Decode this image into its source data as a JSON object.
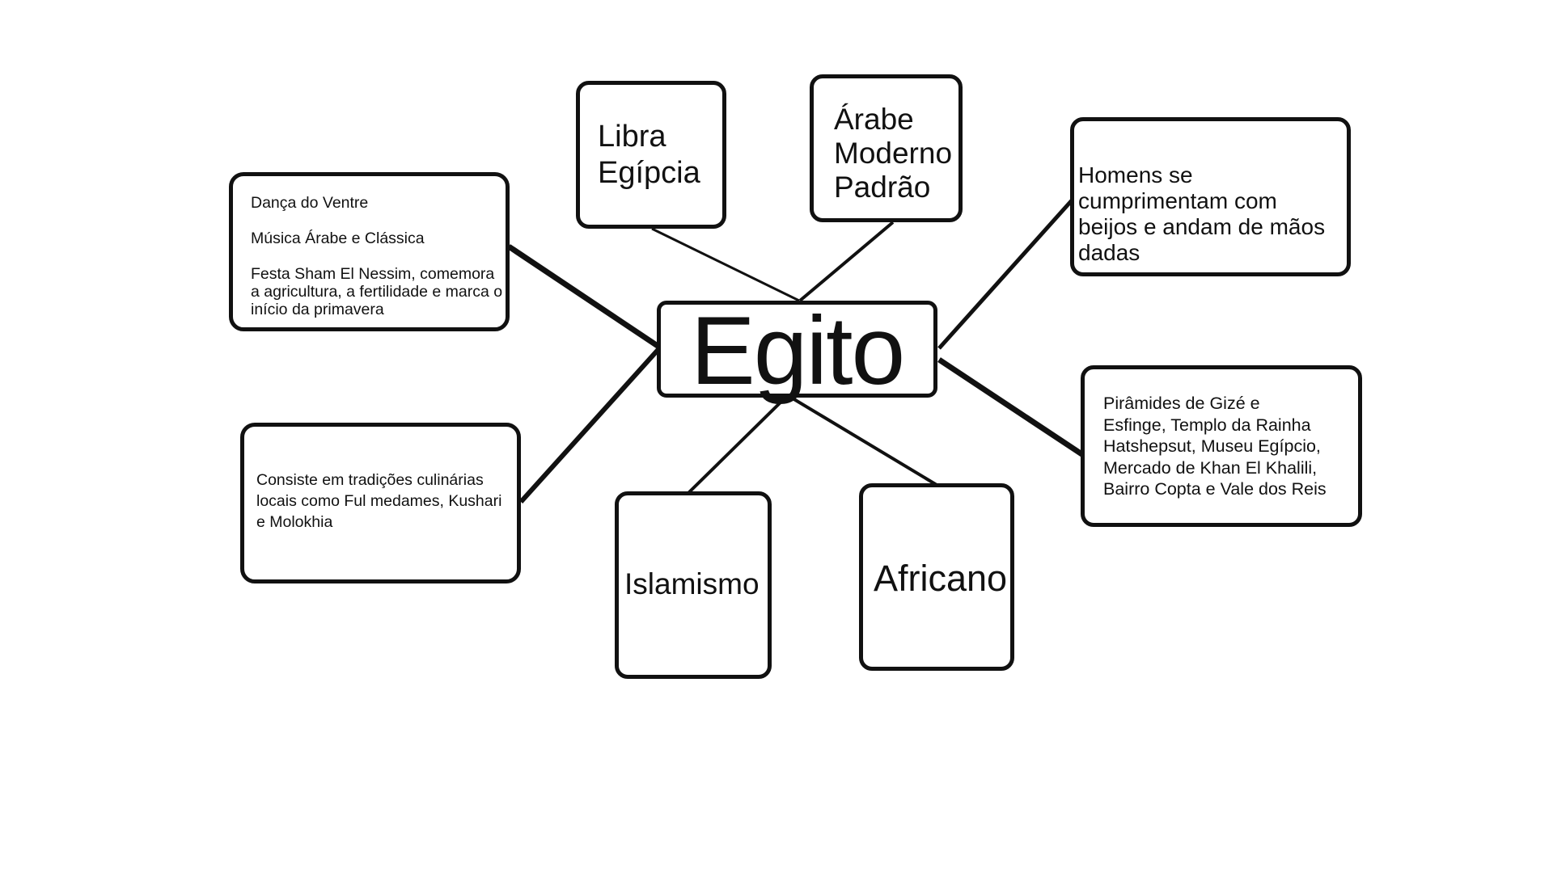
{
  "center": {
    "label": "Egito"
  },
  "nodes": {
    "libra": {
      "label": "Libra\nEgípcia"
    },
    "arabe": {
      "label": "Árabe\nModerno\nPadrão"
    },
    "cultura": {
      "label": "Dança do Ventre\n\nMúsica Árabe e Clássica\n\nFesta Sham El Nessim, comemora\na agricultura, a fertilidade e marca o\ninício da primavera"
    },
    "homens": {
      "label": "Homens se\ncumprimentam com\nbeijos e andam de mãos\ndadas"
    },
    "culinaria": {
      "label": "Consiste em tradições culinárias\nlocais como Ful medames, Kushari\ne Molokhia"
    },
    "piramides": {
      "label": "Pirâmides de Gizé e\nEsfinge, Templo da Rainha\nHatshepsut, Museu Egípcio,\nMercado de Khan El Khalili,\nBairro Copta e Vale dos Reis"
    },
    "islamismo": {
      "label": "Islamismo"
    },
    "africano": {
      "label": "Africano"
    }
  },
  "colors": {
    "stroke": "#111111",
    "background": "#ffffff",
    "text": "#111111"
  }
}
